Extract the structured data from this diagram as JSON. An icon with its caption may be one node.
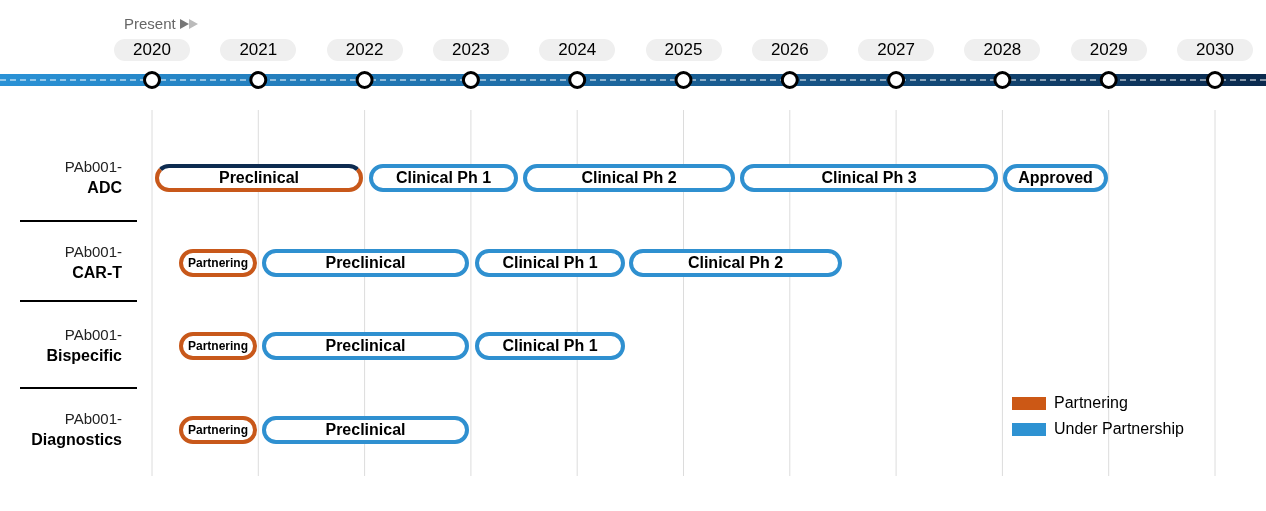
{
  "diagram": {
    "nodes": [
      {
        "text": [
          "Preclinical"
        ]
      },
      {
        "text": [
          "Clinical Ph 1"
        ]
      },
      {
        "text": [
          "Clinical Ph 2"
        ]
      },
      {
        "text": [
          "Clinical Ph 3"
        ]
      },
      {
        "text": [
          "Approved"
        ]
      },
      {
        "text": [
          "Partnering"
        ]
      },
      {
        "text": [
          "Preclinical"
        ]
      },
      {
        "text": [
          "Clinical Ph 1"
        ]
      },
      {
        "text": [
          "Clinical Ph 2"
        ]
      },
      {
        "text": [
          "Partnering"
        ]
      },
      {
        "text": [
          "Preclinical"
        ]
      },
      {
        "text": [
          "Clinical Ph 1"
        ]
      },
      {
        "text": [
          "Partnering"
        ]
      },
      {
        "text": [
          "Preclinical"
        ]
      }
    ],
    "labels": [
      "Present",
      "2020",
      "2021",
      "2022",
      "2023",
      "2024",
      "2025",
      "2026",
      "2027",
      "2028",
      "2029",
      "2030",
      "PAb001-",
      "ADC",
      "PAb001-",
      "CAR-T",
      "PAb001-",
      "Bispecific",
      "PAb001-",
      "Diagnostics"
    ],
    "legend": [
      {
        "text": "Partnering",
        "color": "#cc5815"
      },
      {
        "text": "Under Partnership",
        "color": "#2e92d2"
      }
    ]
  }
}
